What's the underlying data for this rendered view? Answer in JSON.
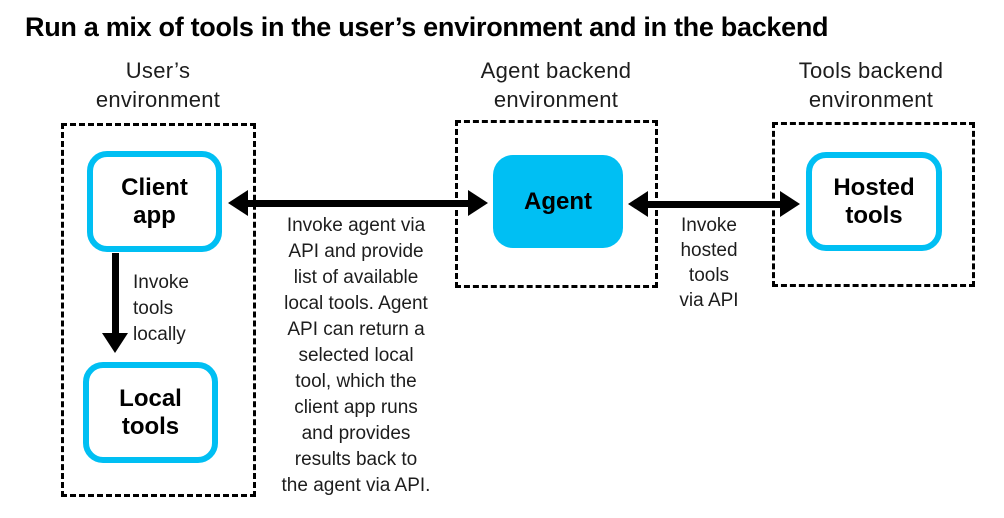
{
  "title": "Run a mix of tools in the user’s environment and in the backend",
  "colors": {
    "accent_cyan": "#00bff3",
    "text_dark": "#1d1d1d",
    "black": "#000000",
    "background": "#ffffff"
  },
  "environments": [
    {
      "id": "user",
      "label": "User’s\nenvironment"
    },
    {
      "id": "agent-backend",
      "label": "Agent backend\nenvironment"
    },
    {
      "id": "tools-backend",
      "label": "Tools backend\nenvironment"
    }
  ],
  "nodes": [
    {
      "id": "client-app",
      "label": "Client\napp",
      "style": "outlined"
    },
    {
      "id": "local-tools",
      "label": "Local\ntools",
      "style": "outlined"
    },
    {
      "id": "agent",
      "label": "Agent",
      "style": "filled"
    },
    {
      "id": "hosted-tools",
      "label": "Hosted\ntools",
      "style": "outlined"
    }
  ],
  "annotations": {
    "invoke_locally": "Invoke\ntools\nlocally",
    "invoke_agent": "Invoke agent via\nAPI and provide\nlist of available\nlocal tools. Agent\nAPI can return a\nselected local\ntool, which the\nclient app runs\nand provides\nresults back to\nthe agent via API.",
    "invoke_hosted": "Invoke\nhosted\ntools\nvia API"
  }
}
